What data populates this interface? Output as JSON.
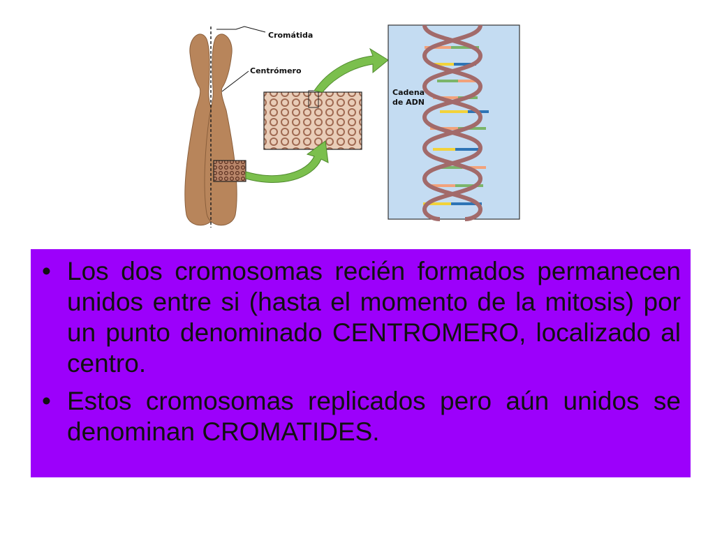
{
  "colors": {
    "panel": "#9c00fb",
    "chromosome": "#b8855b",
    "dna_panel": "#c4dcf2",
    "arrow": "#7bbf4d"
  },
  "figure": {
    "labels": {
      "chromatid": "Cromátida",
      "centromere": "Centrómero",
      "dna_line1": "Cadena",
      "dna_line2": "de ADN"
    }
  },
  "bullets": [
    "Los dos cromosomas recién formados permanecen unidos entre si (hasta el momento de la mitosis) por un punto denominado CENTROMERO, localizado al centro.",
    "Estos cromosomas replicados pero aún unidos se denominan CROMATIDES."
  ]
}
